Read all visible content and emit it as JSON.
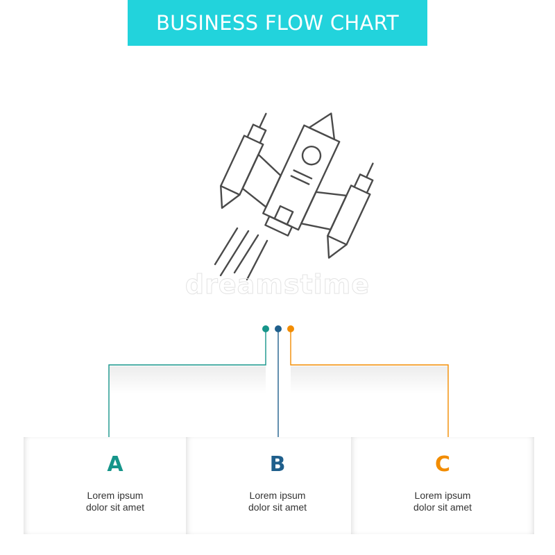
{
  "header": {
    "title": "BUSINESS FLOW CHART"
  },
  "watermark": "dreamstime",
  "colors": {
    "banner": "#22d3dc",
    "step_a": "#16958a",
    "step_b": "#1f5f8c",
    "step_c": "#f28c00",
    "icon_stroke": "#4a4a4a"
  },
  "illustration": {
    "icon": "spaceship-icon"
  },
  "steps": [
    {
      "letter": "A",
      "line1": "Lorem ipsum",
      "line2": "dolor sit amet"
    },
    {
      "letter": "B",
      "line1": "Lorem ipsum",
      "line2": "dolor sit amet"
    },
    {
      "letter": "C",
      "line1": "Lorem ipsum",
      "line2": "dolor sit amet"
    }
  ]
}
